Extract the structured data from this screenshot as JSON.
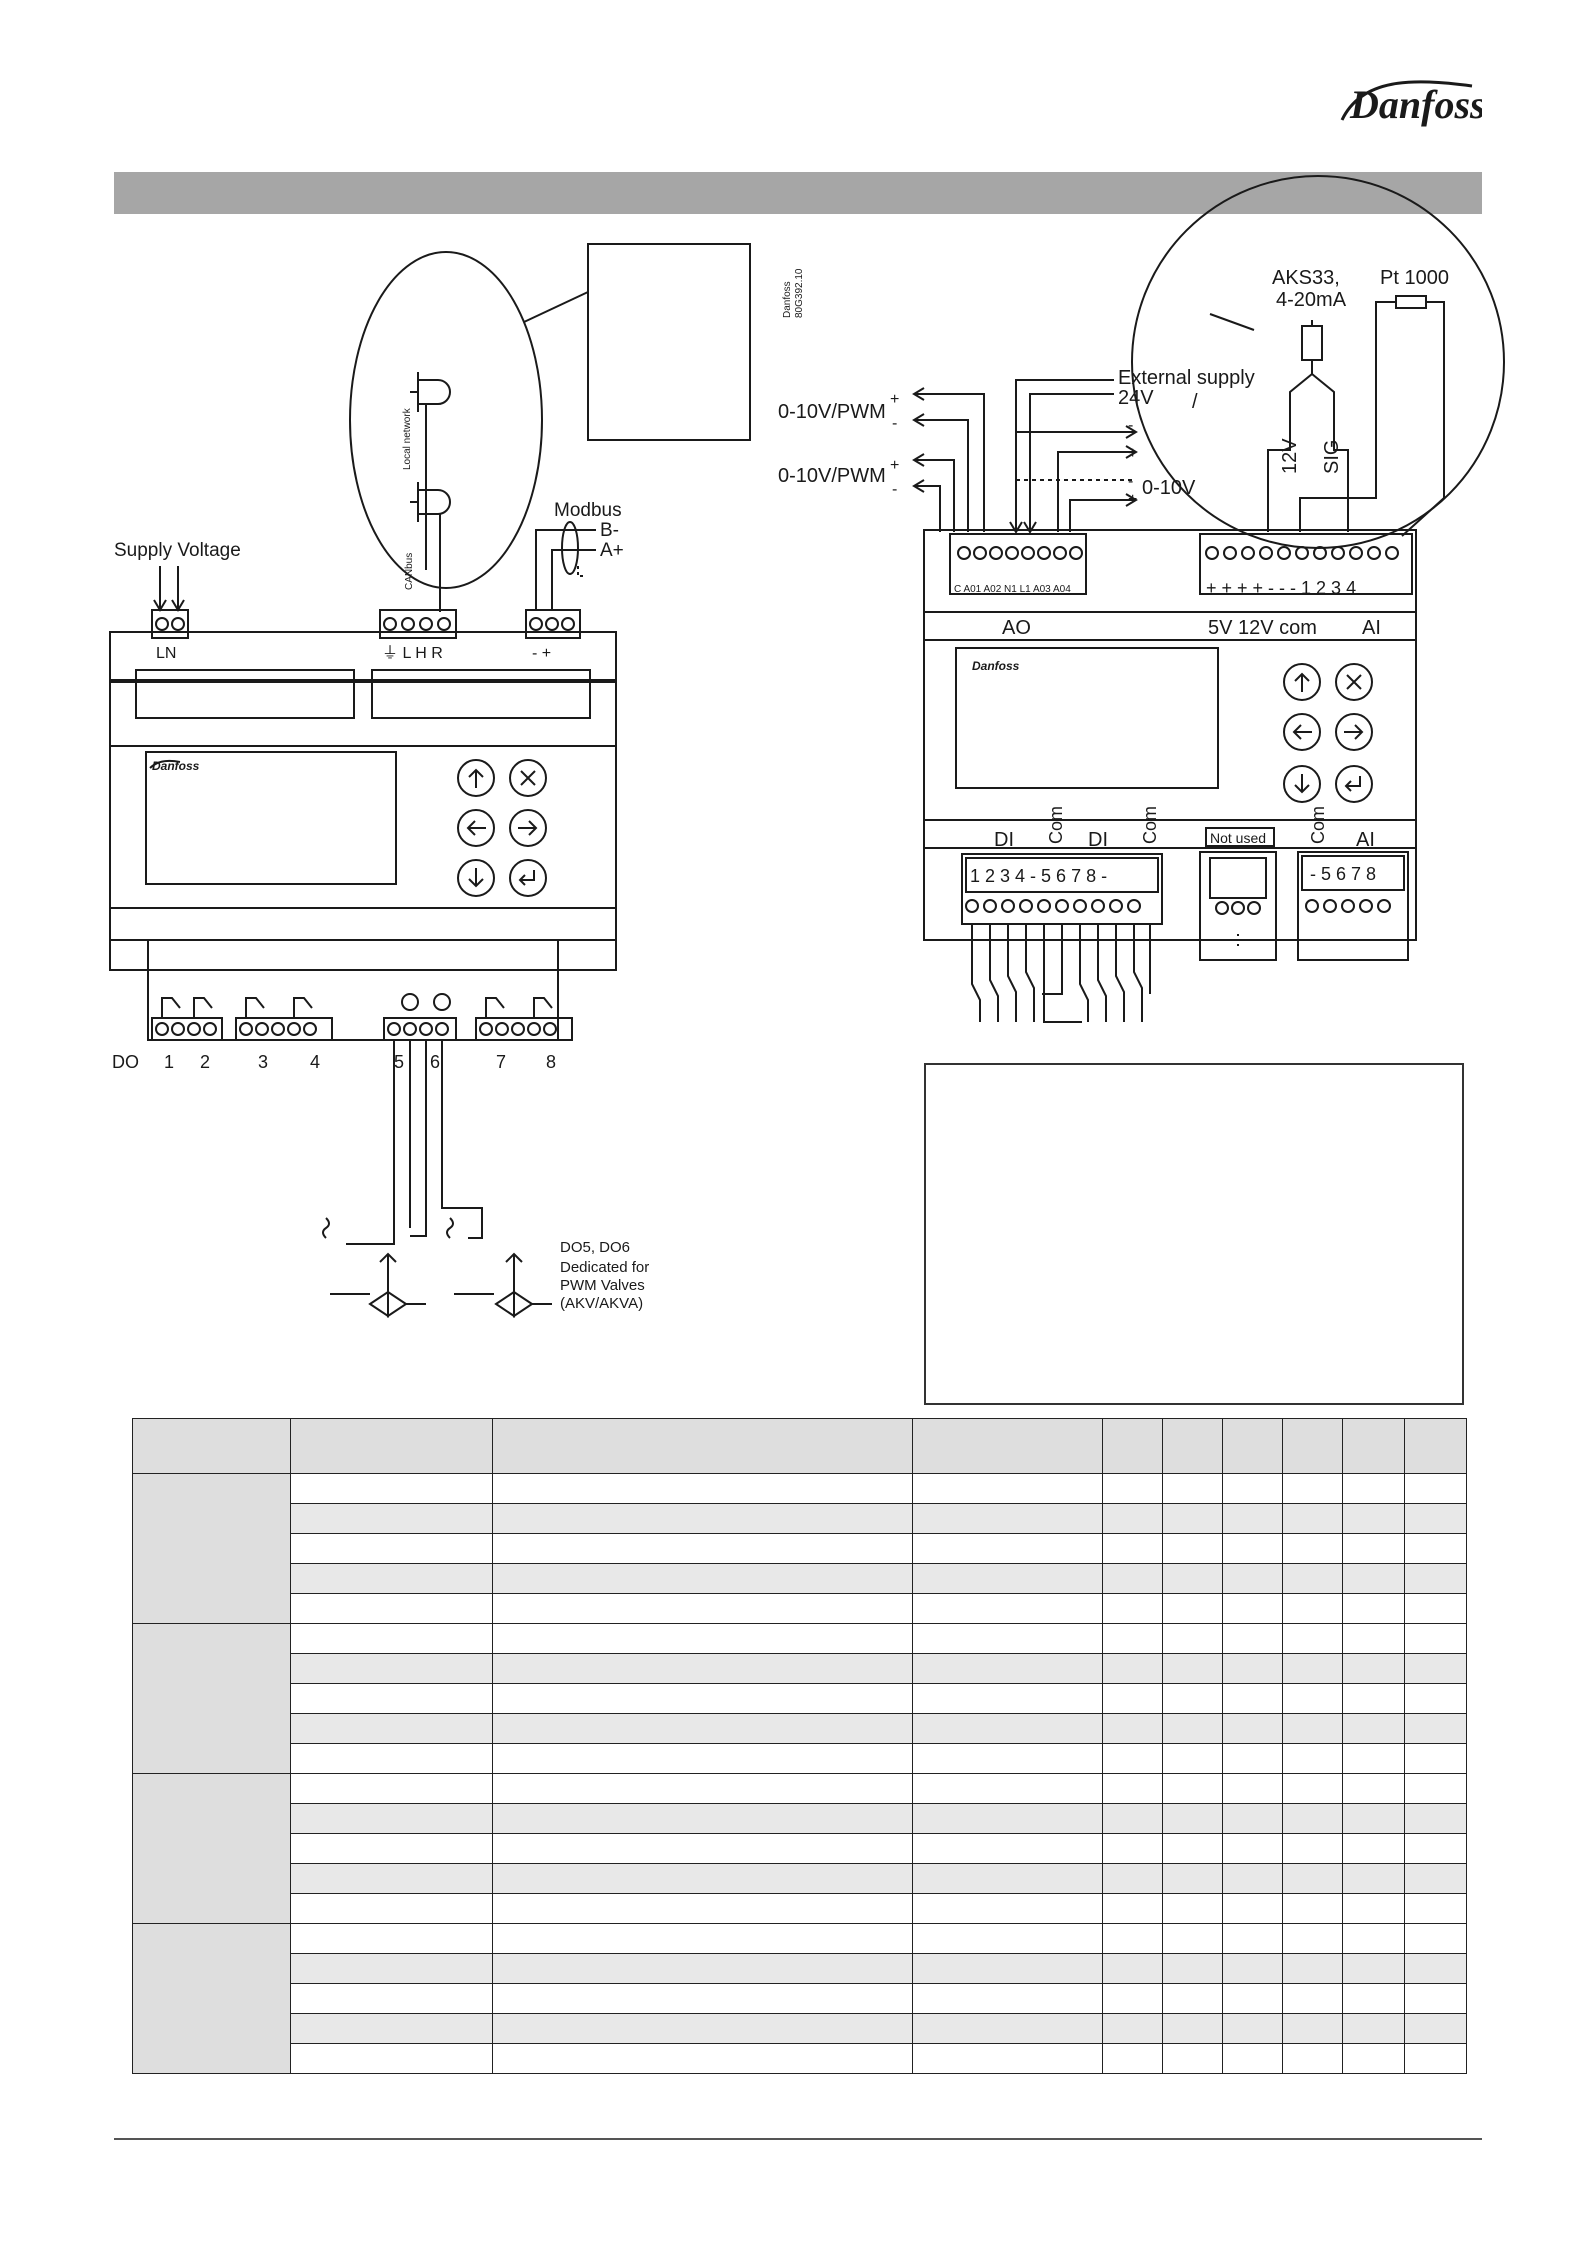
{
  "brand": {
    "name": "Danfoss",
    "accent": "#a6a6a6",
    "line": "#1a1a1a"
  },
  "doc_id": [
    "Danfoss",
    "80G392.10"
  ],
  "left_device": {
    "supply_voltage_label": "Supply Voltage",
    "supply_terminals": "LN",
    "canbus_terminals": "⏚ L H R",
    "modbus_terminals": "- +",
    "modbus_label": "Modbus",
    "modbus_b": "B-",
    "modbus_a": "A+",
    "local_network_label": "Local network",
    "canbus_label": "CANbus",
    "do_label": "DO",
    "do_numbers": [
      "1",
      "2",
      "3",
      "4",
      "5",
      "6",
      "7",
      "8"
    ],
    "pwm_note_title": "DO5, DO6",
    "pwm_note_lines": [
      "Dedicated for",
      "PWM Valves",
      "(AKV/AKVA)"
    ]
  },
  "right_device": {
    "ao_signal_1": "0-10V/PWM",
    "ao_signal_2": "0-10V/PWM",
    "external_supply": "External supply",
    "external_supply_voltage": "24V",
    "slash": "/",
    "output_0_10v": "0-10V",
    "minus": "-",
    "plus": "+",
    "sensor_pressure": "AKS33,",
    "sensor_pressure_range": "4-20mA",
    "sensor_temp": "Pt 1000",
    "pin_12v": "12V",
    "pin_sig": "SIG",
    "ao_terminal_labels": "C  A01 A02 N1  L1 A03 A04",
    "ai_top_signs": "+ + + + -  -  -  1 2 3 4",
    "ao_label": "AO",
    "supply_labels": "5V 12V com",
    "ai_label": "AI",
    "di_label_1": "DI",
    "di_label_2": "DI",
    "com_label": "Com",
    "not_used": "Not used",
    "di_numbers": "1 2 3 4 - 5 6 7 8 -",
    "ai_bottom_numbers": "- 5 6 7 8"
  },
  "table": {
    "column_count": 10,
    "groups": 4,
    "rows_per_group": 5
  }
}
